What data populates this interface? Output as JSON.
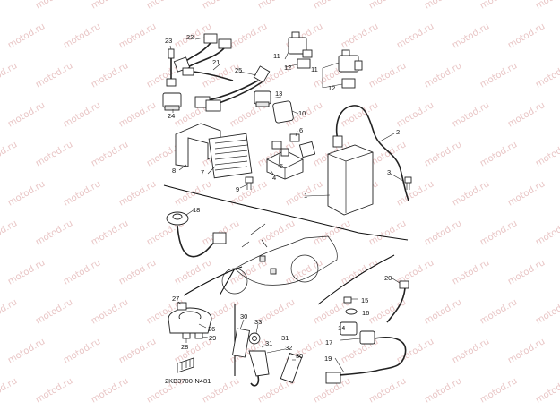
{
  "watermark": {
    "text": "motod.ru"
  },
  "diagram_code": "2KB3700-N481",
  "callouts": {
    "c1": "1",
    "c2": "2",
    "c3": "3",
    "c4": "4",
    "c5": "5",
    "c6": "6",
    "c7": "7",
    "c8": "8",
    "c9": "9",
    "c10": "10",
    "c11a": "11",
    "c11b": "11",
    "c12a": "12",
    "c12b": "12",
    "c13": "13",
    "c14": "14",
    "c15": "15",
    "c16": "16",
    "c17": "17",
    "c18": "18",
    "c19": "19",
    "c20": "20",
    "c21": "21",
    "c22": "22",
    "c23": "23",
    "c24": "24",
    "c25": "25",
    "c26": "26",
    "c27": "27",
    "c28": "28",
    "c29": "29",
    "c30": "30",
    "c31a": "31",
    "c31b": "31",
    "c32": "32",
    "c33": "33"
  },
  "colors": {
    "line": "#222222",
    "watermark": "#e9c6c6",
    "background": "#ffffff"
  }
}
